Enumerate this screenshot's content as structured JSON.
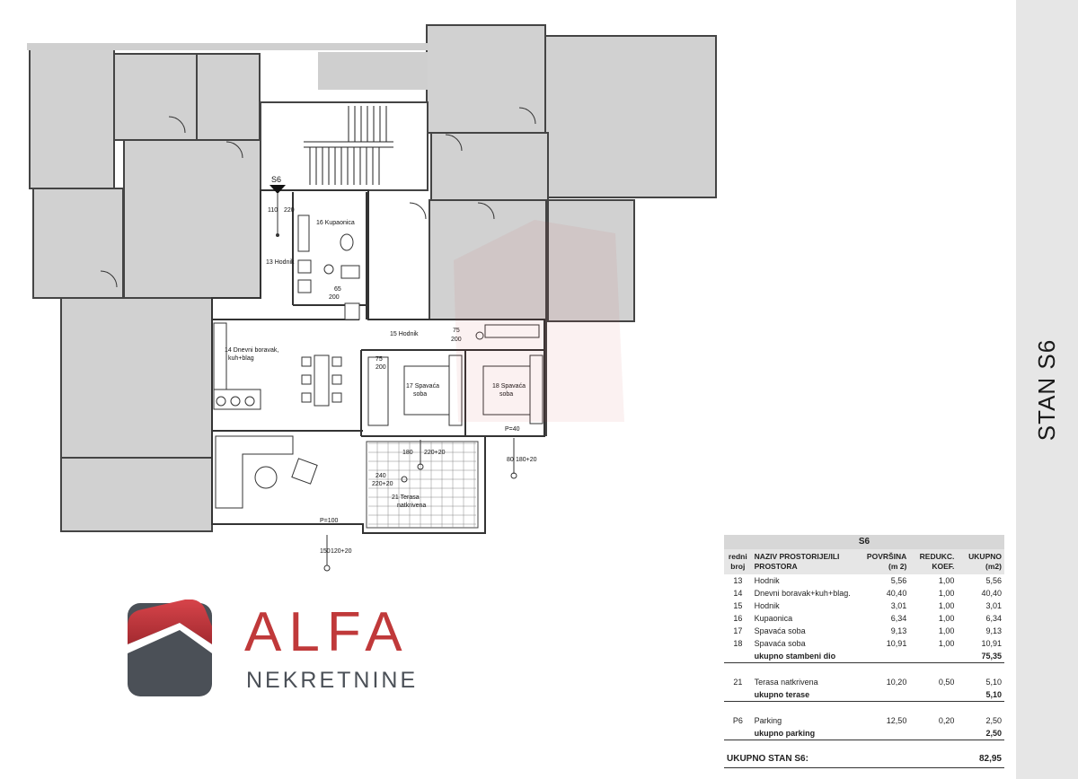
{
  "side_title": "STAN S6",
  "plan": {
    "unit_marker": "S6",
    "labels": {
      "r13": "13 Hodnik",
      "r14a": "14 Dnevni boravak,",
      "r14b": "kuh+blag",
      "r15": "15 Hodnik",
      "r16": "16 Kupaonica",
      "r17a": "17 Spavaća",
      "r17b": "soba",
      "r18a": "18 Spavaća",
      "r18b": "soba",
      "r21a": "21 Terasa",
      "r21b": "natkrivena"
    },
    "dims": {
      "d1a": "110",
      "d1b": "220",
      "d2a": "65",
      "d2b": "200",
      "d3a": "75",
      "d3b": "200",
      "d4a": "75",
      "d4b": "200",
      "d5a": "180",
      "d5b": "220+20",
      "d6a": "240",
      "d6b": "220+20",
      "d7a": "80",
      "d7b": "180+20",
      "d8a": "150",
      "d8b": "120+20",
      "p40": "P=40",
      "p100": "P=100"
    }
  },
  "logo": {
    "word": "ALFA",
    "sub": "NEKRETNINE",
    "colors": {
      "red": "#c0393a",
      "gray": "#4b5057"
    }
  },
  "table": {
    "title": "S6",
    "headers": {
      "no": [
        "redni",
        "broj"
      ],
      "name": [
        "NAZIV PROSTORIJE/ILI",
        "PROSTORA"
      ],
      "pov": [
        "POVRŠINA",
        "(m 2)"
      ],
      "red": [
        "REDUKC.",
        "KOEF."
      ],
      "uk": [
        "UKUPNO",
        "(m2)"
      ]
    },
    "rows": [
      {
        "no": "13",
        "name": "Hodnik",
        "pov": "5,56",
        "red": "1,00",
        "uk": "5,56"
      },
      {
        "no": "14",
        "name": "Dnevni boravak+kuh+blag.",
        "pov": "40,40",
        "red": "1,00",
        "uk": "40,40"
      },
      {
        "no": "15",
        "name": "Hodnik",
        "pov": "3,01",
        "red": "1,00",
        "uk": "3,01"
      },
      {
        "no": "16",
        "name": "Kupaonica",
        "pov": "6,34",
        "red": "1,00",
        "uk": "6,34"
      },
      {
        "no": "17",
        "name": "Spavaća soba",
        "pov": "9,13",
        "red": "1,00",
        "uk": "9,13"
      },
      {
        "no": "18",
        "name": "Spavaća soba",
        "pov": "10,91",
        "red": "1,00",
        "uk": "10,91"
      }
    ],
    "sub_living": {
      "label": "ukupno stambeni dio",
      "value": "75,35"
    },
    "terrace_row": {
      "no": "21",
      "name": "Terasa natkrivena",
      "pov": "10,20",
      "red": "0,50",
      "uk": "5,10"
    },
    "sub_terrace": {
      "label": "ukupno terase",
      "value": "5,10"
    },
    "parking_row": {
      "no": "P6",
      "name": "Parking",
      "pov": "12,50",
      "red": "0,20",
      "uk": "2,50"
    },
    "sub_parking": {
      "label": "ukupno parking",
      "value": "2,50"
    },
    "total": {
      "label": "UKUPNO STAN S6:",
      "value": "82,95"
    }
  }
}
